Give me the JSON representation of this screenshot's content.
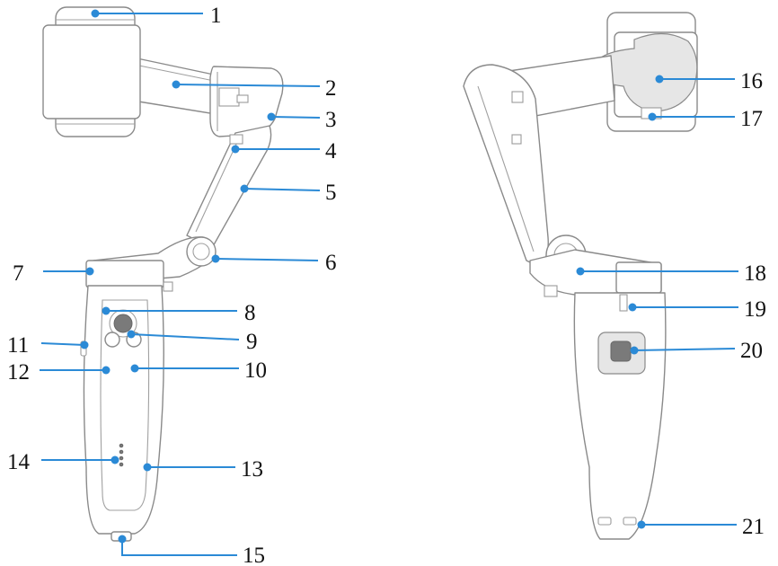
{
  "callouts": {
    "c1": "1",
    "c2": "2",
    "c3": "3",
    "c4": "4",
    "c5": "5",
    "c6": "6",
    "c7": "7",
    "c8": "8",
    "c9": "9",
    "c10": "10",
    "c11": "11",
    "c12": "12",
    "c13": "13",
    "c14": "14",
    "c15": "15",
    "c16": "16",
    "c17": "17",
    "c18": "18",
    "c19": "19",
    "c20": "20",
    "c21": "21"
  },
  "colors": {
    "leader": "#2b8ad6",
    "outline": "#8a8a8a",
    "text": "#111111"
  }
}
